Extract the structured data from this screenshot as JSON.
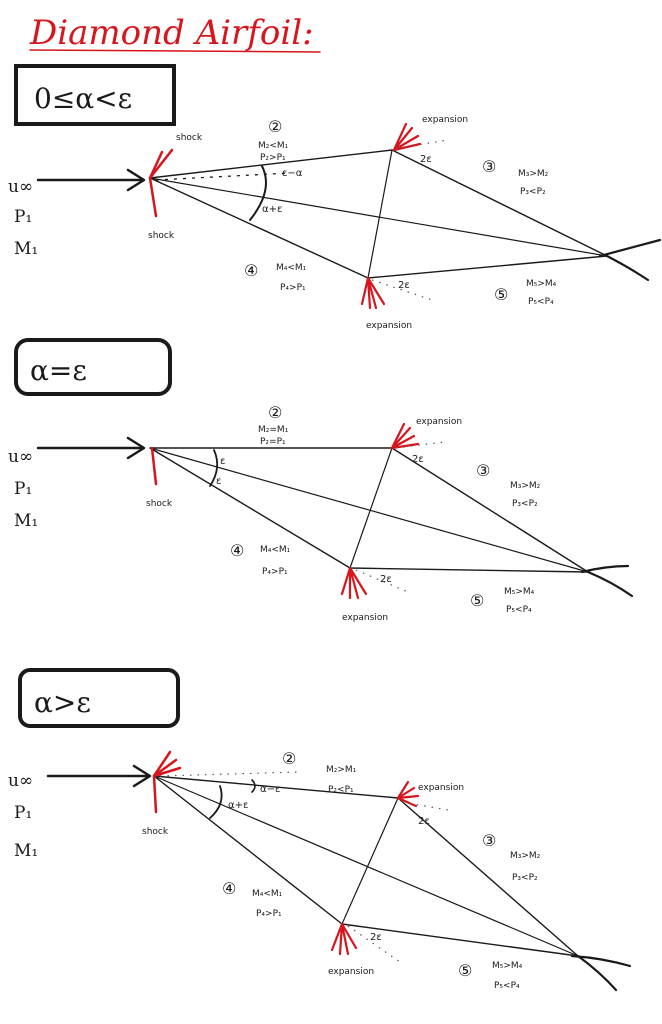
{
  "title": "Diamond Airfoil:",
  "colors": {
    "ink": "#1a1a1a",
    "accent": "#d8141c",
    "paper": "#ffffff"
  },
  "cases": [
    {
      "condition": "0≤α<ε",
      "freestream": {
        "u": "u∞",
        "p": "P₁",
        "m": "M₁"
      },
      "labels": {
        "shock_top": "shock",
        "shock_bottom": "shock",
        "expansion_top": "expansion",
        "expansion_bottom": "expansion",
        "region2": "②",
        "region2_m": "M₂<M₁",
        "region2_p": "P₂>P₁",
        "region3": "③",
        "region3_m": "M₃>M₂",
        "region3_p": "P₃<P₂",
        "region4": "④",
        "region4_m": "M₄<M₁",
        "region4_p": "P₄>P₁",
        "region5": "⑤",
        "region5_m": "M₅>M₄",
        "region5_p": "P₅<P₄",
        "angle_top": "ε−α",
        "angle_bottom": "α+ε",
        "two_eps_top": "2ε",
        "two_eps_bottom": "2ε"
      }
    },
    {
      "condition": "α=ε",
      "freestream": {
        "u": "u∞",
        "p": "P₁",
        "m": "M₁"
      },
      "labels": {
        "shock_bottom": "shock",
        "expansion_top": "expansion",
        "expansion_bottom": "expansion",
        "region2": "②",
        "region2_m": "M₂=M₁",
        "region2_p": "P₂=P₁",
        "region3": "③",
        "region3_m": "M₃>M₂",
        "region3_p": "P₃<P₂",
        "region4": "④",
        "region4_m": "M₄<M₁",
        "region4_p": "P₄>P₁",
        "region5": "⑤",
        "region5_m": "M₅>M₄",
        "region5_p": "P₅<P₄",
        "angle_a": "ε",
        "angle_b": "ε",
        "two_eps_top": "2ε",
        "two_eps_bottom": "2ε"
      }
    },
    {
      "condition": "α>ε",
      "freestream": {
        "u": "u∞",
        "p": "P₁",
        "m": "M₁"
      },
      "labels": {
        "shock_bottom": "shock",
        "expansion_top": "expansion",
        "expansion_bottom": "expansion",
        "region2": "②",
        "region2_m": "M₂>M₁",
        "region2_p": "P₂<P₁",
        "region3": "③",
        "region3_m": "M₃>M₂",
        "region3_p": "P₃<P₂",
        "region4": "④",
        "region4_m": "M₄<M₁",
        "region4_p": "P₄>P₁",
        "region5": "⑤",
        "region5_m": "M₅>M₄",
        "region5_p": "P₅<P₄",
        "angle_top": "α−ε",
        "angle_bottom": "α+ε",
        "two_eps_top": "2ε",
        "two_eps_bottom": "2ε"
      }
    }
  ]
}
